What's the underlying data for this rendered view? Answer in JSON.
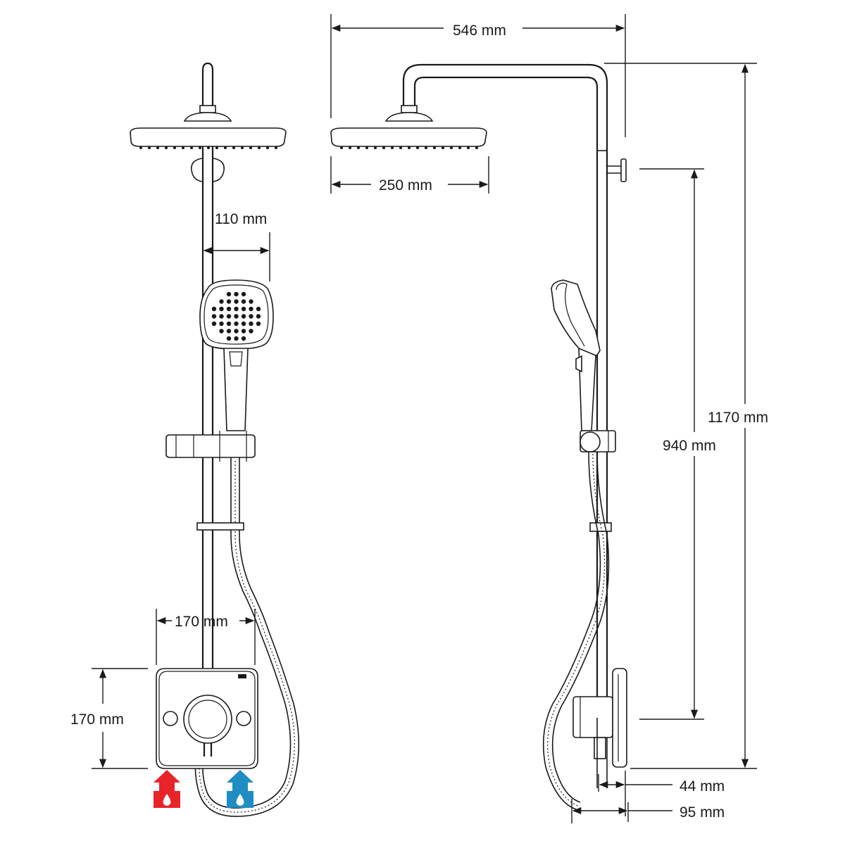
{
  "dimensions": {
    "outreach": "546 mm",
    "shower_head_diameter": "250 mm",
    "handset_offset": "110 mm",
    "mixer_width": "170 mm",
    "mixer_height": "170 mm",
    "overall_height": "1170 mm",
    "rail_height": "940 mm",
    "rail_projection": "44 mm",
    "mixer_projection": "95 mm"
  },
  "inlets": {
    "hot": {
      "name": "hot-inlet",
      "color": "#e8242a"
    },
    "cold": {
      "name": "cold-inlet",
      "color": "#1f8dc1"
    }
  }
}
